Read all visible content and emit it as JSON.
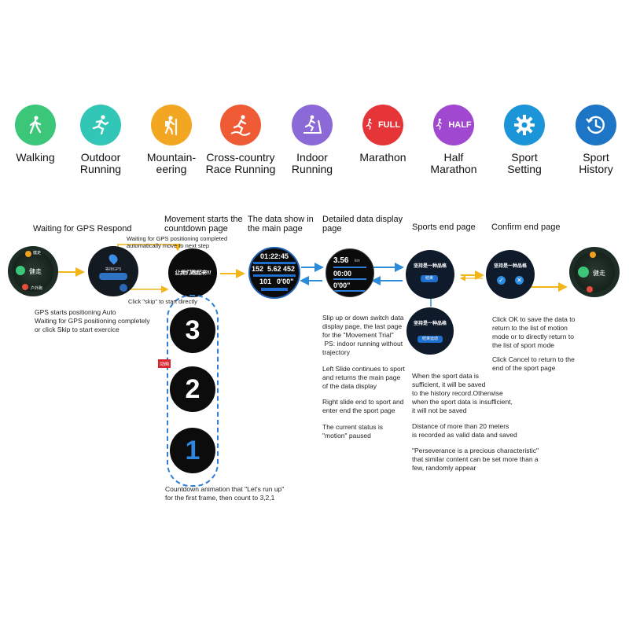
{
  "modes": [
    {
      "label": "Walking",
      "color": "#3cc679",
      "icon": "walking-icon"
    },
    {
      "label": "Outdoor\nRunning",
      "color": "#31c6b6",
      "icon": "running-icon"
    },
    {
      "label": "Mountain-\neering",
      "color": "#f3a622",
      "icon": "mountaineering-icon"
    },
    {
      "label": "Cross-country\nRace Running",
      "color": "#ee5b34",
      "icon": "cross-country-icon"
    },
    {
      "label": "Indoor\nRunning",
      "color": "#8b6ad8",
      "icon": "treadmill-icon"
    },
    {
      "label": "Marathon",
      "color": "#e53538",
      "icon": "marathon-icon",
      "badge": "FULL"
    },
    {
      "label": "Half\nMarathon",
      "color": "#a049d0",
      "icon": "half-marathon-icon",
      "badge": "HALF"
    },
    {
      "label": "Sport\nSetting",
      "color": "#1b95d8",
      "icon": "gear-icon"
    },
    {
      "label": "Sport\nHistory",
      "color": "#1d75c6",
      "icon": "history-clock-icon"
    }
  ],
  "steps": {
    "gps": "Waiting for GPS Respond",
    "countdown": "Movement starts the\ncountdown page",
    "main": "The data show in\nthe main page",
    "detail": "Detailed data display\npage",
    "end": "Sports end page",
    "confirm": "Confirm end page"
  },
  "notes": {
    "gps_done": "Waiting for GPS positioning completed\nautomatically move to next step",
    "skip": "Click \"skip\" to start directly",
    "gps_auto": "GPS starts positioning Auto\nWaiting for GPS positioning completely\nor click Skip to start exercice",
    "countdown": "Countdown animation that \"Let's run up\"\nfor the first frame, then count to 3,2,1",
    "slide_a": "Slip up or down switch data\ndisplay page, the last page\nfor the \"Movement Trial\"\n PS: indoor running without\ntrajectory",
    "slide_b": "Left Slide continues to sport\nand returns the main page\nof the data display",
    "slide_c": "Right slide end to sport and\nenter end the sport page",
    "slide_d": "The current status is\n\"motion\" paused",
    "end_a": "When the sport data is\nsufficient, it will be saved\nto the history record.Otherwise\nwhen the sport data is insufficient,\nit will not be saved",
    "end_b": "Distance of more than 20 meters\nis recorded as valid data and saved",
    "end_c": "\"Perseverance is a precious characteristic\"\nthat similar content can be set more than a\nfew, randomly appear",
    "confirm_a": "Click OK to save the data to\nreturn to the list of motion\nmode or to directly return to\nthe list of sport mode",
    "confirm_b": "Click Cancel to return to the\nend of the sport page"
  },
  "countdown_numbers": [
    "3",
    "2",
    "1"
  ],
  "anim_badge": "动画",
  "watch_main": {
    "time": "01:22:45",
    "v1": "152",
    "v2": "5.62",
    "v3": "452",
    "v4": "101",
    "v5": "0'00\""
  },
  "watch_detail": {
    "dist": "3.56",
    "dist_unit": "km",
    "t1": "00:00",
    "t2": "0'00\""
  },
  "watch_end": {
    "banner": "坚持是一种品格",
    "btn": "结束"
  },
  "watch_end2": {
    "banner": "坚持是一种品格",
    "btn": "结束运动"
  },
  "watch_confirm": {
    "banner": "坚持是一种品格"
  },
  "watch_first": {
    "item_top": "健走",
    "item_mid": "健走",
    "item_bot": "户外跑"
  },
  "watch_last": {
    "label": "健走"
  },
  "watch_gps": {
    "title": "等待GPS"
  },
  "watch_run": {
    "text": "让我们跑起来!!!"
  }
}
